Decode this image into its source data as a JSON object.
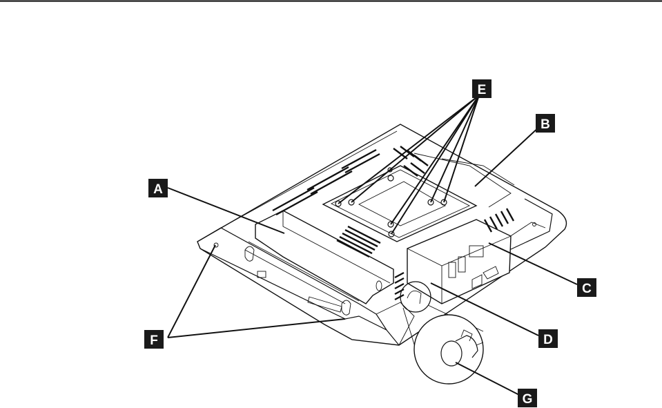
{
  "labels": {
    "a": "A",
    "b": "B",
    "c": "C",
    "d": "D",
    "e": "E",
    "f": "F",
    "g": "G"
  },
  "colors": {
    "label_background": "#1a1a1a",
    "label_text": "#ffffff",
    "line": "#111111",
    "top_rule": "#000000"
  }
}
